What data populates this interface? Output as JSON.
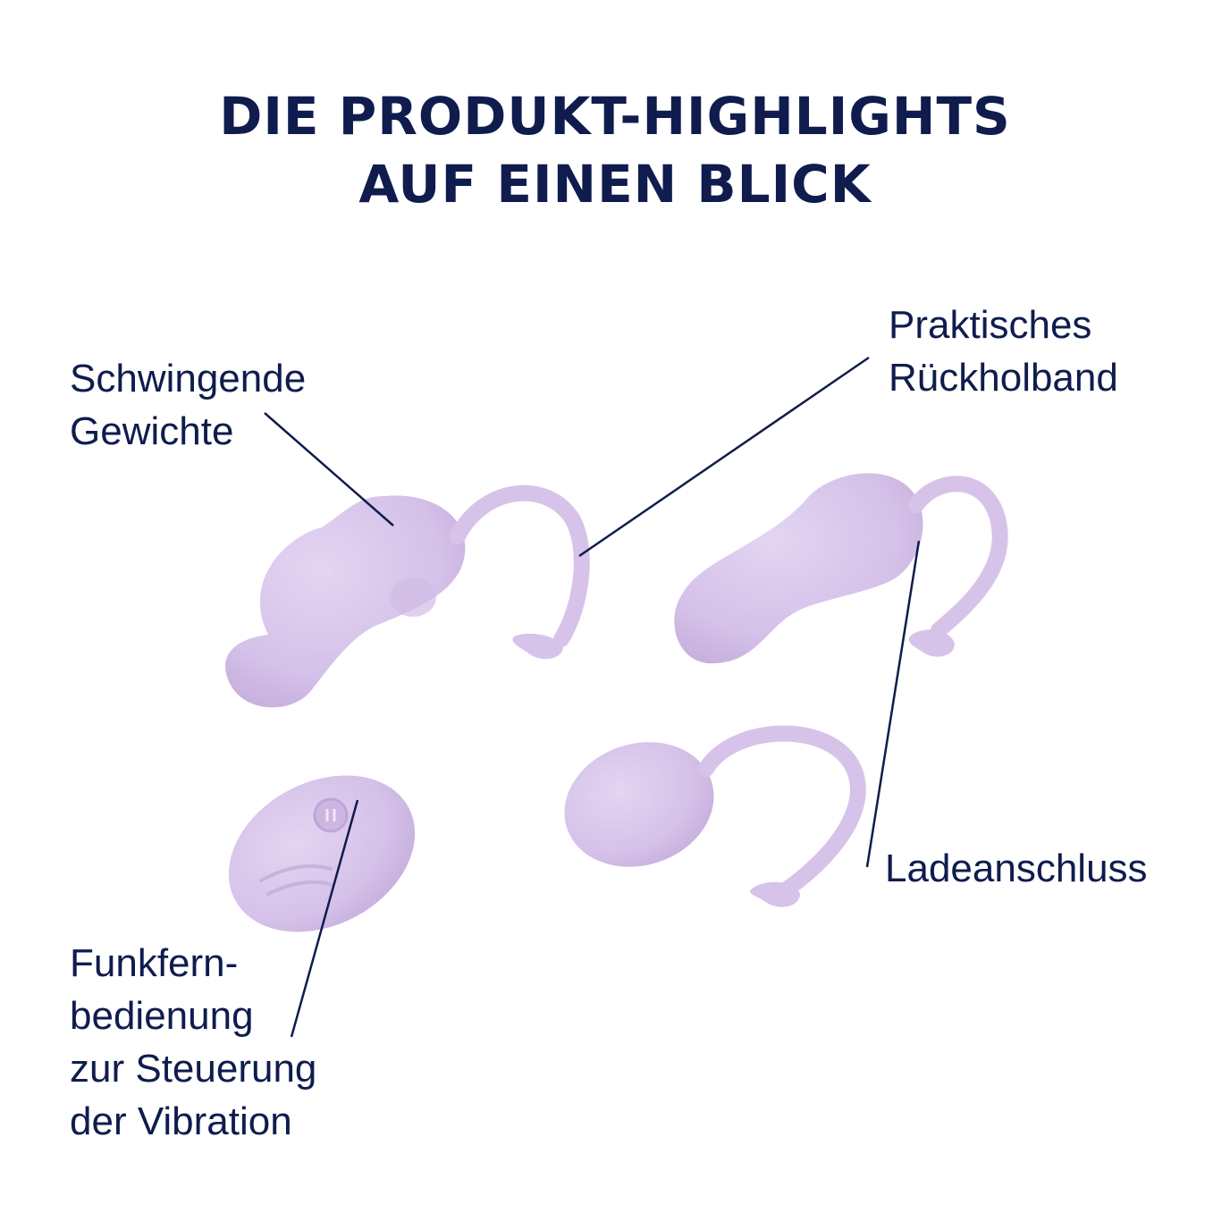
{
  "title": {
    "line1": "DIE PRODUKT-HIGHLIGHTS",
    "line2": "AUF EINEN BLICK"
  },
  "callouts": {
    "weights": {
      "line1": "Schwingende",
      "line2": "Gewichte"
    },
    "band": {
      "line1": "Praktisches",
      "line2": "Rückholband"
    },
    "charging": {
      "line1": "Ladeanschluss"
    },
    "remote": {
      "line1": "Funkfern-",
      "line2": "bedienung",
      "line3": "zur Steuerung",
      "line4": "der Vibration"
    }
  },
  "colors": {
    "text": "#0f1c4d",
    "product": "#d7c3ea",
    "product_shadow": "#c4add9",
    "background": "#ffffff"
  }
}
